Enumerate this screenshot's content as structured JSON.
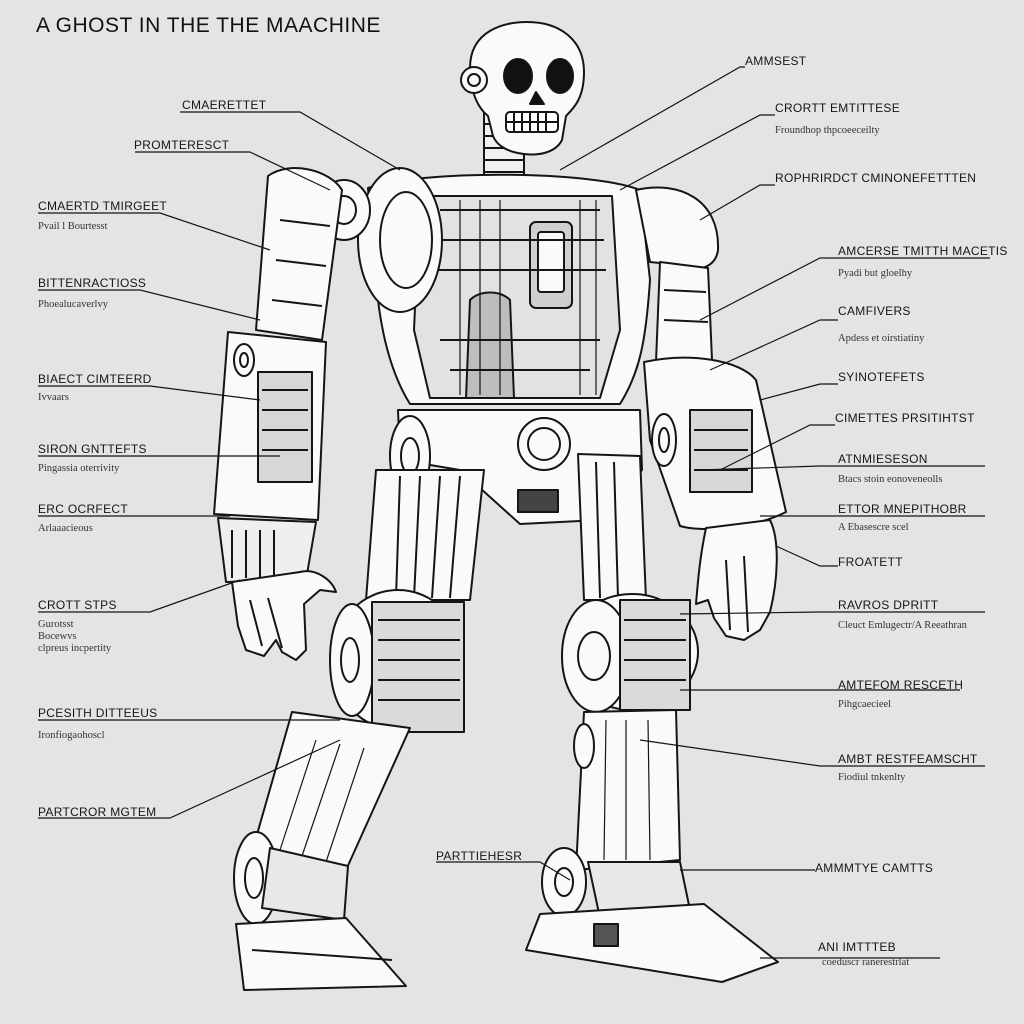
{
  "title": "A GHOST IN THE THE MAACHINE",
  "colors": {
    "background": "#e6e3e4",
    "ink": "#151515",
    "body_fill": "#fafafa"
  },
  "left_callouts": [
    {
      "label": "CMAERETTET",
      "sub": ""
    },
    {
      "label": "PROMTERESCT",
      "sub": ""
    },
    {
      "label": "CMAERTD TMIRGEET",
      "sub": "Pvail l Bourtesst"
    },
    {
      "label": "BITTENRACTIOSS",
      "sub": "Phoealucaverlvy"
    },
    {
      "label": "BIAECT CIMTEERD",
      "sub": "Ivvaars"
    },
    {
      "label": "SIRON GNTTEFTS",
      "sub": "Pingassia oterrivity"
    },
    {
      "label": "ERC OCRFECT",
      "sub": "Arlaaacieous"
    },
    {
      "label": "CROTT STPS",
      "sub": "Gurotsst\nBocewvs\nclpreus incpertity"
    },
    {
      "label": "PCESITH DITTEEUS",
      "sub": "Ironfiogaohoscl"
    },
    {
      "label": "PARTCROR MGTEM",
      "sub": ""
    }
  ],
  "right_callouts": [
    {
      "label": "AMMSEST",
      "sub": ""
    },
    {
      "label": "CRORTT EMTITTESE",
      "sub": "Froundhop thpcoeeceilty"
    },
    {
      "label": "ROPHRIRDCT CMINONEFETTTEN",
      "sub": ""
    },
    {
      "label": "AMCERSE TMITTH MACETIS",
      "sub": "Pyadi but gloelhy"
    },
    {
      "label": "CAMFIVERS",
      "sub": "Apdess et oirstiatiny"
    },
    {
      "label": "SYINOTEFETS",
      "sub": ""
    },
    {
      "label": "CIMETTES PRSITIHTST",
      "sub": ""
    },
    {
      "label": "ATNMIESESON",
      "sub": "Btacs stoin eonoveneolls"
    },
    {
      "label": "ETTOR MNEPITHOBR",
      "sub": "A Ebasescre scel"
    },
    {
      "label": "FROATETT",
      "sub": ""
    },
    {
      "label": "RAVROS DPRITT",
      "sub": "Cleuct Emlugectr/A Reeathran"
    },
    {
      "label": "AMTEFOM RESCETH",
      "sub": "Pihgcaecieel"
    },
    {
      "label": "AMBT RESTFEAMSCHT",
      "sub": "Fiodiul tnkenlty"
    },
    {
      "label": "AMMMTYE CAMTTS",
      "sub": ""
    },
    {
      "label": "ANI IMTTTEB",
      "sub": "coeduscr ranerestrlat"
    }
  ],
  "bottom_labels": [
    {
      "label": "PARTTIEHESR"
    }
  ]
}
